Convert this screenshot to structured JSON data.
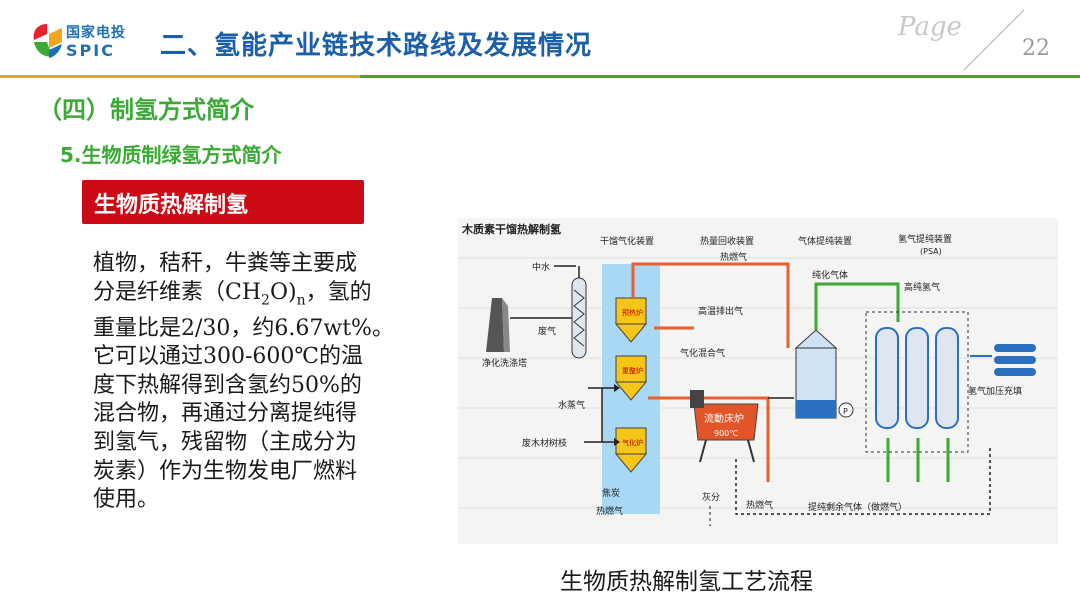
{
  "header": {
    "logo_cn": "国家电投",
    "logo_en": "SPIC",
    "title": "二、氢能产业链技术路线及发展情况",
    "page_label": "Page",
    "page_number": "22"
  },
  "colors": {
    "green": "#3aa935",
    "red": "#cc0a16",
    "blue": "#1b5fa8",
    "orange": "#e8612c"
  },
  "section_heading": "（四）制氢方式简介",
  "sub_heading": "5.生物质制绿氢方式简介",
  "banner": "生物质热解制氢",
  "body_lines": [
    "植物，秸秆，牛粪等主要成",
    "分是纤维素（CH",
    "2",
    "O)",
    "n",
    "，氢的",
    "重量比是2/30，约6.67wt%。",
    "它可以通过300-600℃的温",
    "度下热解得到含氢约50%的",
    "混合物，再通过分离提纯得",
    "到氢气，残留物（主成分为",
    "炭素）作为生物发电厂燃料",
    "使用。"
  ],
  "diagram": {
    "title": "木质素干馏热解制氢",
    "stages": [
      "干馏气化装置",
      "热量回收装置",
      "气体提纯装置",
      "氢气提纯装置",
      "(PSA)"
    ],
    "labels": {
      "water": "中水",
      "scrubber": "净化洗涤塔",
      "waste_gas": "废气",
      "steam": "水蒸气",
      "wood": "废木材树枝",
      "char": "焦炭",
      "hot_gas_bottom": "热燃气",
      "hot_gas_top": "热燃气",
      "high_temp_exhaust": "高温排出气",
      "gas_mix": "气化混合气",
      "pure_gas": "纯化气体",
      "high_pure_h2": "高纯氢气",
      "h2_fill": "氢气加压充填",
      "ash": "灰分",
      "hot_gas_mid": "热燃气",
      "residual_gas": "提纯剩余气体（做燃气）",
      "preheater": "预热炉",
      "reformer": "重整炉",
      "gasifier": "气化炉",
      "fluid_bed": "流動床炉",
      "fluid_temp": "900℃",
      "pump": "P"
    }
  },
  "caption": "生物质热解制氢工艺流程"
}
